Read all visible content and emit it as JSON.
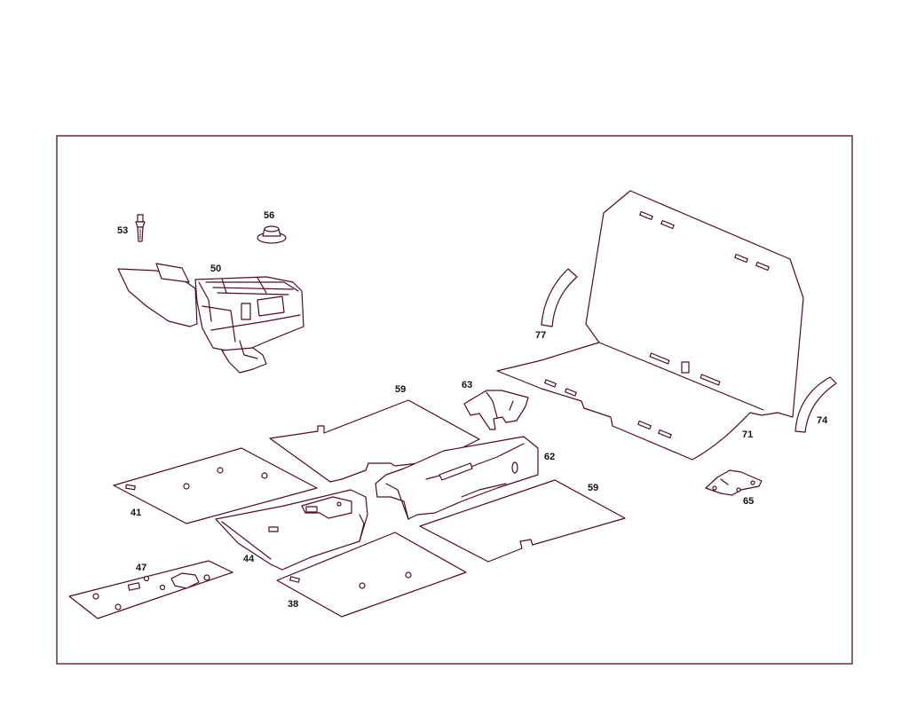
{
  "colors": {
    "outline": "#4a0f1f",
    "frame": "#4a0f1f",
    "label": "#111111",
    "background": "#ffffff"
  },
  "callouts": {
    "p38": "38",
    "p41": "41",
    "p44": "44",
    "p47": "47",
    "p50": "50",
    "p53": "53",
    "p56": "56",
    "p59a": "59",
    "p59b": "59",
    "p62": "62",
    "p63": "63",
    "p65": "65",
    "p71": "71",
    "p74": "74",
    "p77": "77"
  }
}
